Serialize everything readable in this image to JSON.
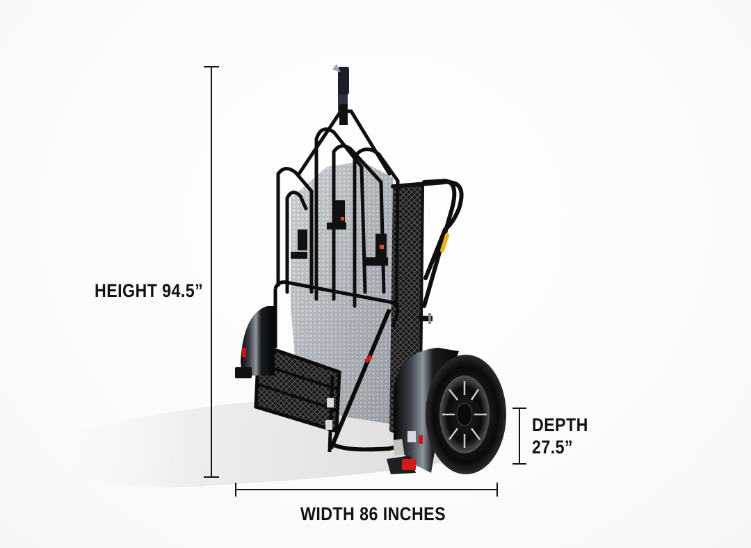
{
  "product": {
    "subject": "folding motorcycle trailer (folded upright position)",
    "colors": {
      "frame": "#111111",
      "background": "#ffffff",
      "shadow": "#d8d8d8",
      "reflector_red": "#d11a1a",
      "reflector_amber": "#e8b21a",
      "label_text": "#121212",
      "dimension_line": "#111111"
    }
  },
  "dimensions": {
    "height": {
      "label": "HEIGHT 94.5”",
      "name": "HEIGHT",
      "value": "94.5”"
    },
    "depth": {
      "label_line1": "DEPTH",
      "label_line2": "27.5”"
    },
    "width": {
      "label": "WIDTH 86 INCHES",
      "value": "86 INCHES"
    }
  }
}
